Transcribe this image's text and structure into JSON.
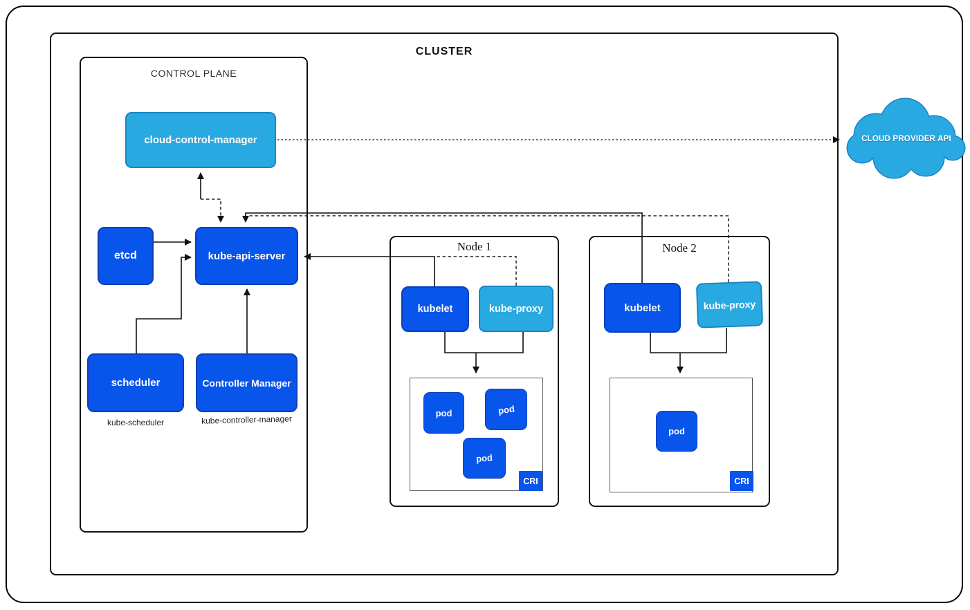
{
  "colors": {
    "dark_blue": "#0855ec",
    "dark_blue_border": "#0b3fb8",
    "light_blue": "#29a9e2",
    "light_blue_border": "#1a85c4"
  },
  "cluster": {
    "label": "CLUSTER"
  },
  "control_plane": {
    "label": "CONTROL PLANE",
    "cloud_control_manager": "cloud-control-manager",
    "etcd": "etcd",
    "kube_api_server": "kube-api-server",
    "scheduler": "scheduler",
    "scheduler_sublabel": "kube-scheduler",
    "controller_manager": "Controller Manager",
    "controller_manager_sublabel": "kube-controller-manager"
  },
  "nodes": [
    {
      "title": "Node 1",
      "kubelet": "kubelet",
      "kube_proxy": "kube-proxy",
      "cri_label": "CRI",
      "pods": [
        "pod",
        "pod",
        "pod"
      ]
    },
    {
      "title": "Node 2",
      "kubelet": "kubelet",
      "kube_proxy": "kube-proxy",
      "cri_label": "CRI",
      "pods": [
        "pod"
      ]
    }
  ],
  "external": {
    "cloud_provider_api": "CLOUD PROVIDER API"
  }
}
